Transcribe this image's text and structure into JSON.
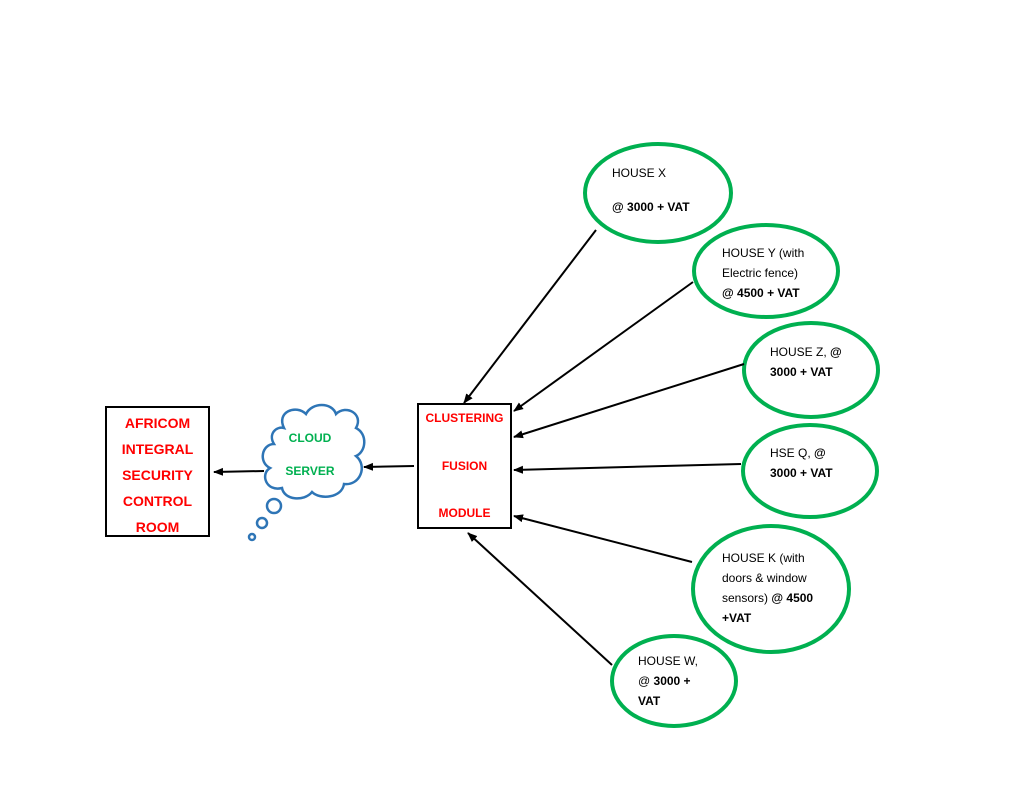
{
  "control_room": {
    "lines": [
      "AFRICOM",
      "INTEGRAL",
      "SECURITY",
      "CONTROL",
      "ROOM"
    ]
  },
  "cloud": {
    "line1": "CLOUD",
    "line2": "SERVER"
  },
  "fusion": {
    "line1": "CLUSTERING",
    "line2": "FUSION",
    "line3": "MODULE"
  },
  "houses": {
    "x": {
      "l1": "HOUSE X",
      "l2": "@ 3000 + VAT"
    },
    "y": {
      "l1": "HOUSE Y (with",
      "l2": "Electric fence)",
      "l3": "@ 4500 + VAT"
    },
    "z": {
      "l1a": "HOUSE Z, ",
      "l1b": "@",
      "l2": "3000 + VAT"
    },
    "q": {
      "l1a": "HSE Q, ",
      "l1b": "@",
      "l2": "3000 + VAT"
    },
    "k": {
      "l1": "HOUSE K (with",
      "l2": "doors & window",
      "l3a": "sensors) ",
      "l3b": "@ 4500",
      "l4": "+VAT"
    },
    "w": {
      "l1": "HOUSE W,",
      "l2a": "@ ",
      "l2b": "3000 +",
      "l3": "VAT"
    }
  },
  "colors": {
    "ellipse_stroke": "#00b050",
    "cloud_stroke": "#2e75b6",
    "red_text": "#ff0000",
    "green_text": "#00b050"
  }
}
